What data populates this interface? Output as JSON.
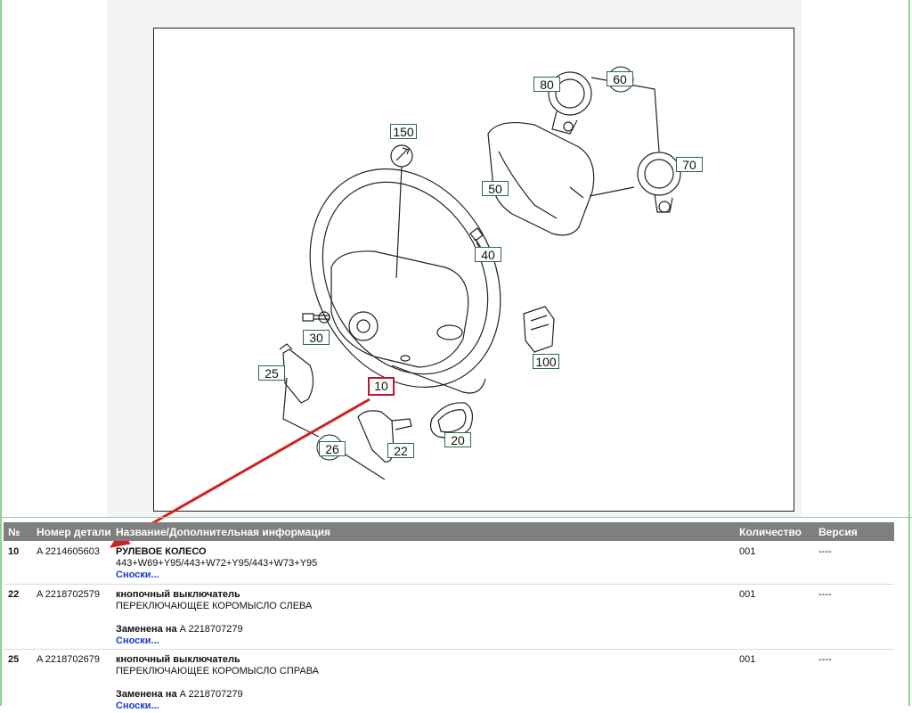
{
  "diagram": {
    "callouts": [
      {
        "id": "c150",
        "label": "150"
      },
      {
        "id": "c80",
        "label": "80"
      },
      {
        "id": "c60",
        "label": "60"
      },
      {
        "id": "c70",
        "label": "70"
      },
      {
        "id": "c50",
        "label": "50"
      },
      {
        "id": "c40",
        "label": "40"
      },
      {
        "id": "c30",
        "label": "30"
      },
      {
        "id": "c100",
        "label": "100"
      },
      {
        "id": "c25",
        "label": "25"
      },
      {
        "id": "c10",
        "label": "10"
      },
      {
        "id": "c20",
        "label": "20"
      },
      {
        "id": "c26",
        "label": "26"
      },
      {
        "id": "c22",
        "label": "22"
      }
    ],
    "accent": "#d21f1f",
    "callout_border": "#2a6a3a"
  },
  "table": {
    "headers": {
      "no": "№",
      "part": "Номер детали",
      "name": "Название/Дополнительная информация",
      "qty": "Количество",
      "ver": "Версия"
    },
    "rows": [
      {
        "no": "10",
        "part": "A 2214605603",
        "name": "РУЛЕВОЕ КОЛЕСО",
        "info": "443+W69+Y95/443+W72+Y95/443+W73+Y95",
        "link": "Сноски...",
        "qty": "001",
        "ver": "----"
      },
      {
        "no": "22",
        "part": "A 2218702579",
        "name": "кнопочный выключатель",
        "info": "ПЕРЕКЛЮЧАЮЩЕЕ КОРОМЫСЛО СЛЕВА",
        "replaced_label": "Заменена на",
        "replaced_part": "A 2218707279",
        "link": "Сноски...",
        "qty": "001",
        "ver": "----"
      },
      {
        "no": "25",
        "part": "A 2218702679",
        "name": "кнопочный выключатель",
        "info": "ПЕРЕКЛЮЧАЮЩЕЕ КОРОМЫСЛО СПРАВА",
        "replaced_label": "Заменена на",
        "replaced_part": "A 2218707279",
        "link": "Сноски...",
        "qty": "001",
        "ver": "----"
      }
    ]
  }
}
